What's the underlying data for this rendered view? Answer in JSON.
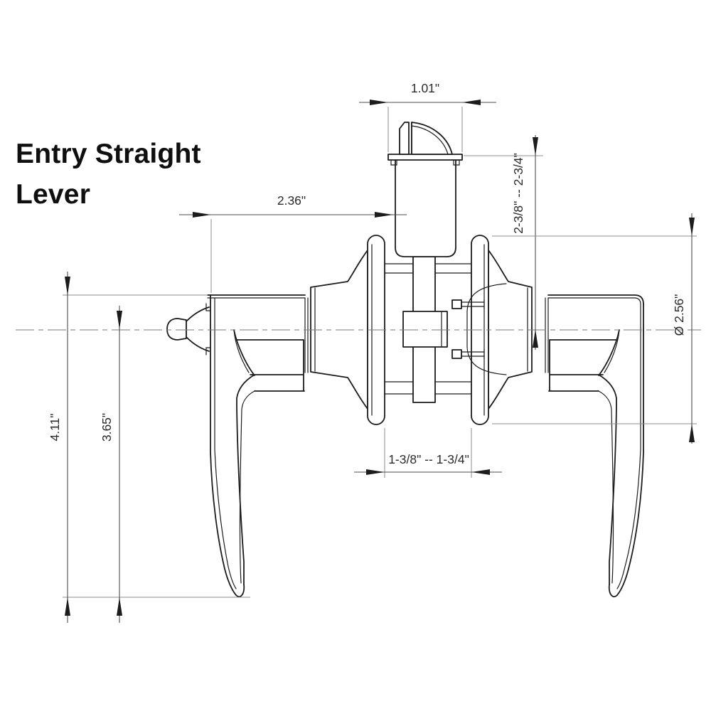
{
  "title": {
    "line1": "Entry Straight",
    "line2": "Lever"
  },
  "dimensions": {
    "faceplate_width": "1.01\"",
    "backset": "2.36\"",
    "center_height_range": "2-3/8\" -- 2-3/4\"",
    "rose_diameter": "Ø 2.56\"",
    "door_thickness_range": "1-3/8\" -- 1-3/4\"",
    "lever_overall_height": "4.11\"",
    "lever_center_to_tip": "3.65\""
  },
  "colors": {
    "outline": "#1c1c1c",
    "dimension_line": "#4d4d4d",
    "extension_line": "#8c8c8c",
    "background": "#ffffff"
  }
}
